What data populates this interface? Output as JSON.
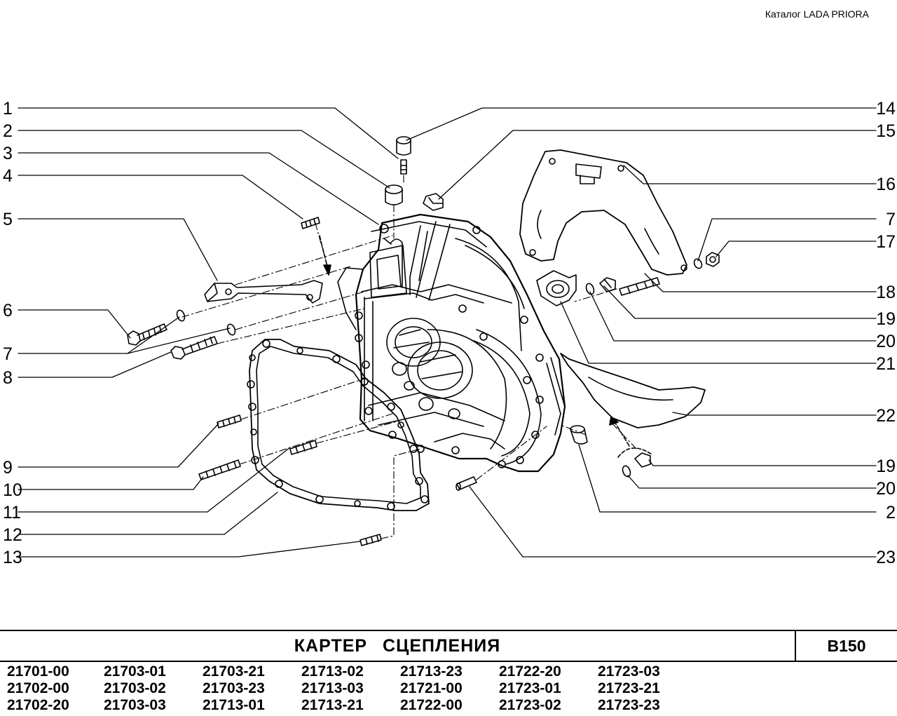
{
  "header": {
    "catalog": "Каталог  LADA  PRIORA"
  },
  "callouts": {
    "left": [
      "1",
      "2",
      "3",
      "4",
      "5",
      "6",
      "7",
      "8",
      "9",
      "10",
      "11",
      "12",
      "13"
    ],
    "right": [
      "14",
      "15",
      "16",
      "7",
      "17",
      "18",
      "19",
      "20",
      "21",
      "22",
      "19",
      "20",
      "2",
      "23"
    ]
  },
  "footer": {
    "title": "КАРТЕР   СЦЕПЛЕНИЯ",
    "code": "B150",
    "models": [
      [
        "21701-00",
        "21702-00",
        "21702-20"
      ],
      [
        "21703-01",
        "21703-02",
        "21703-03"
      ],
      [
        "21703-21",
        "21703-23",
        "21713-01"
      ],
      [
        "21713-02",
        "21713-03",
        "21713-21"
      ],
      [
        "21713-23",
        "21721-00",
        "21722-00"
      ],
      [
        "21722-20",
        "21723-01",
        "21723-02"
      ],
      [
        "21723-03",
        "21723-21",
        "21723-23"
      ]
    ]
  }
}
